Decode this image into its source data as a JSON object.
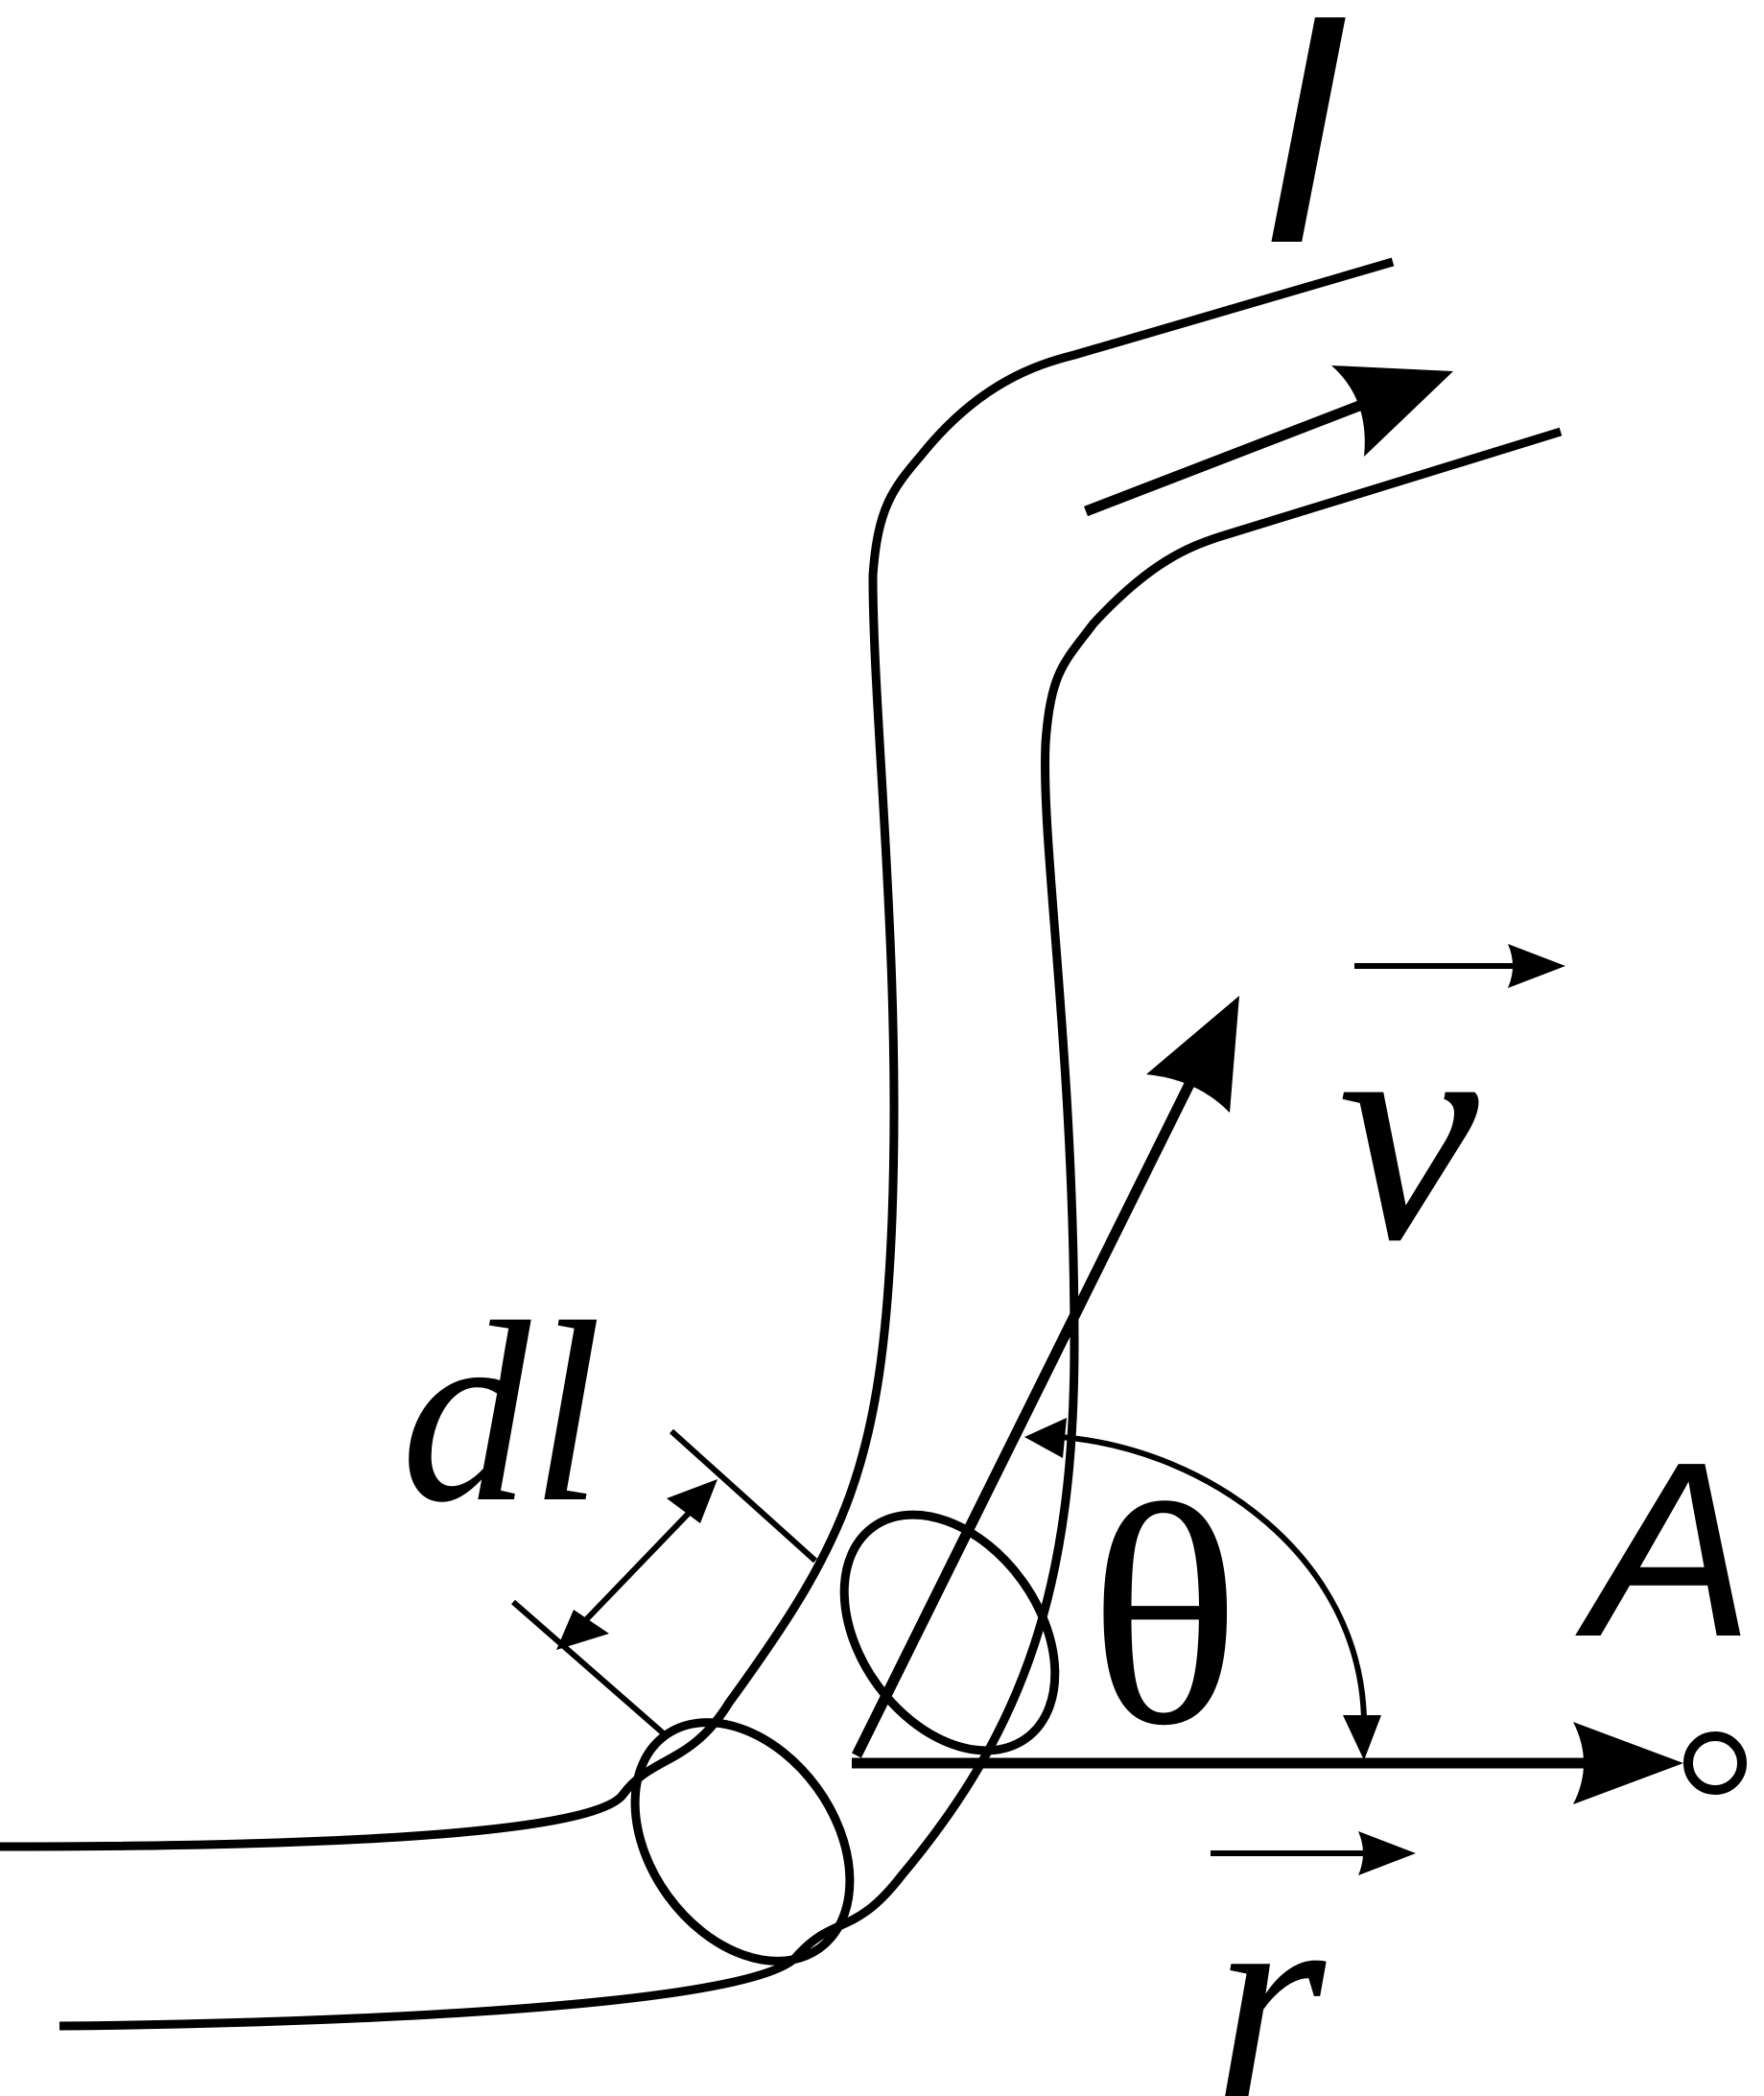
{
  "labels": {
    "current": "I",
    "element": "dl",
    "velocity": "v",
    "angle": "θ",
    "point": "A",
    "radius": "r"
  }
}
